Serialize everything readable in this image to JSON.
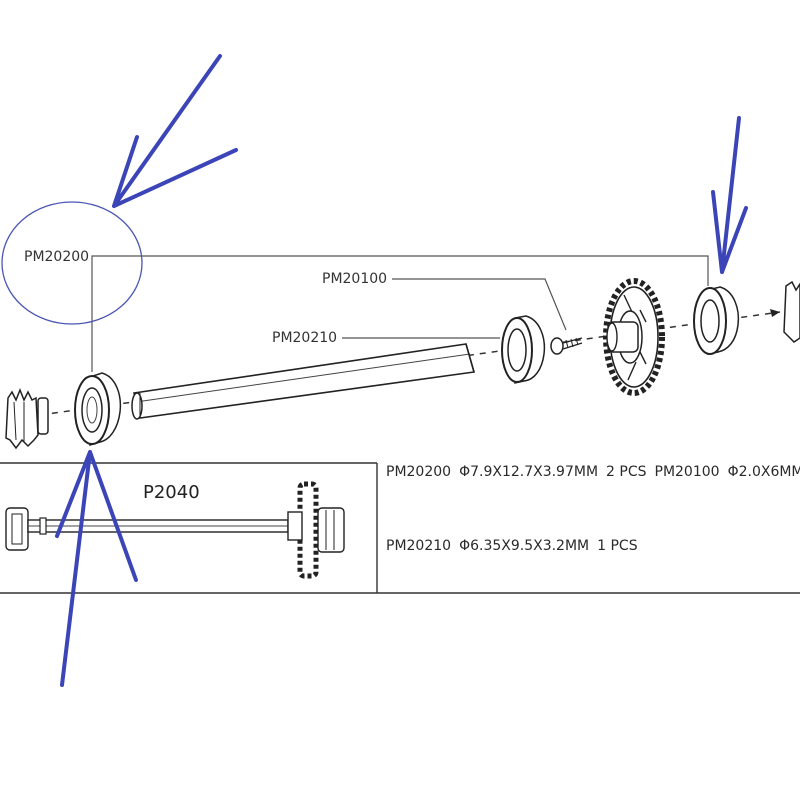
{
  "parts": {
    "pm20200": "PM20200",
    "pm20100": "PM20100",
    "pm20210": "PM20210"
  },
  "assembly": {
    "label": "P2040"
  },
  "specs": {
    "row1": [
      {
        "code": "PM20200",
        "size": "Φ7.9X12.7X3.97MM",
        "qty": "2 PCS"
      },
      {
        "code": "PM20100",
        "size": "Φ2.0X6MM"
      }
    ],
    "row2": [
      {
        "code": "PM20210",
        "size": "Φ6.35X9.5X3.2MM",
        "qty": "1 PCS"
      }
    ]
  },
  "colors": {
    "ink": "#2b2b2b",
    "annotation": "#3b45b8",
    "highlight_circle": "#4a55b5"
  }
}
